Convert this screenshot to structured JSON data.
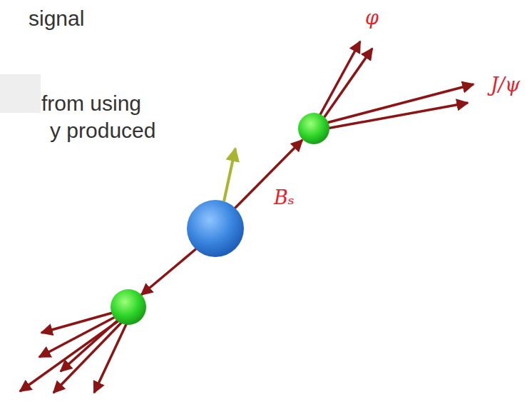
{
  "diagram": {
    "labels": [
      "signal",
      "from using",
      "y produced",
      "φ",
      "J/ψ",
      "Bₛ"
    ]
  }
}
